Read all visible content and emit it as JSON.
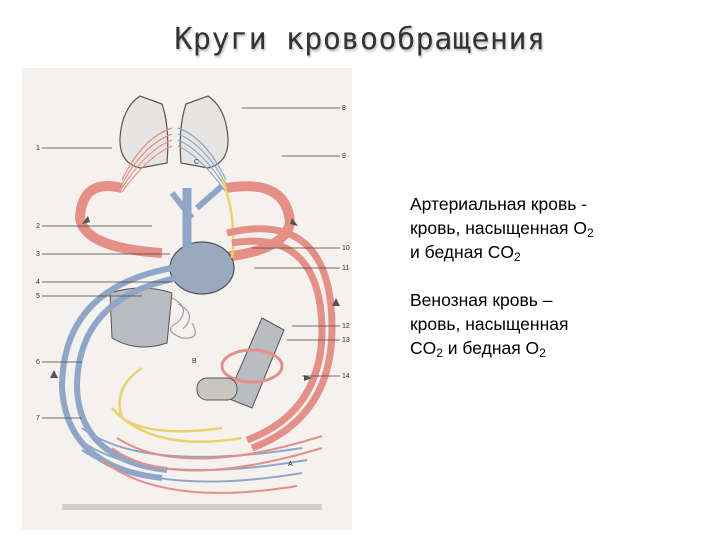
{
  "title": "Круги кровообращения",
  "diagram": {
    "letters": [
      "C",
      "B",
      "A"
    ],
    "left_numbers": [
      "1",
      "2",
      "3",
      "4",
      "5",
      "6",
      "7"
    ],
    "right_numbers": [
      "8",
      "9",
      "10",
      "11",
      "12",
      "13",
      "14"
    ]
  },
  "text": {
    "arterial": {
      "line1": "Артериальная кровь  -",
      "line2a": "кровь, насыщенная O",
      "line2sub": "2",
      "line3a": "и бедная CO",
      "line3sub": "2"
    },
    "venous": {
      "line1": "Венозная кровь –",
      "line2": "кровь, насыщенная",
      "line3a": "CO",
      "line3sub": "2",
      "line3b": " и бедная O",
      "line3sub2": "2"
    }
  },
  "colors": {
    "artery": "#e58f86",
    "vein": "#8ea6c8",
    "lymph": "#e8d46a",
    "organ": "#b9bcc0"
  }
}
